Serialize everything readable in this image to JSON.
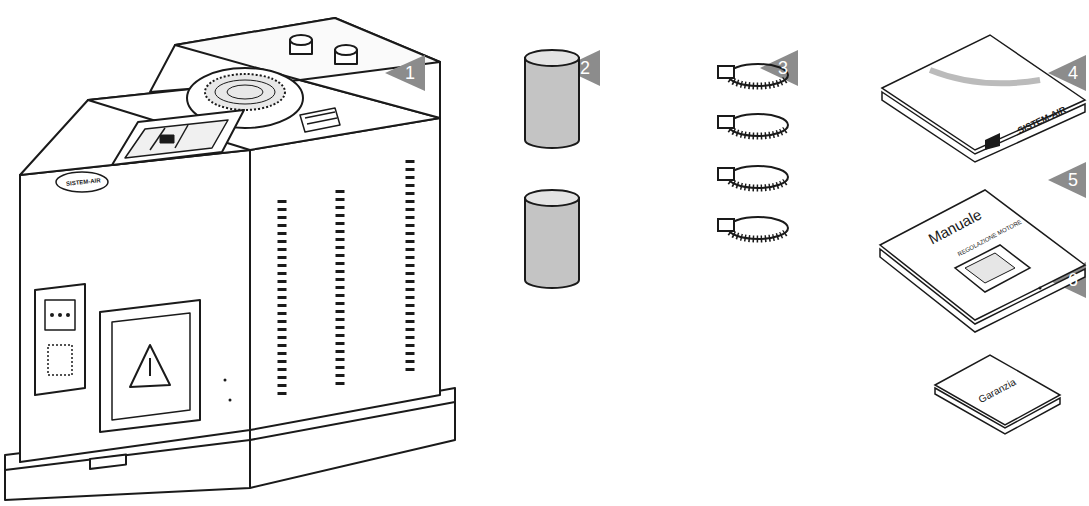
{
  "diagram": {
    "labels": [
      "1",
      "2",
      "3",
      "4",
      "5",
      "6",
      "SISTEM-AIR",
      "SISTEM-AIR",
      "Manuale",
      "REGOLAZIONE MOTORE",
      "Garanzia"
    ]
  }
}
